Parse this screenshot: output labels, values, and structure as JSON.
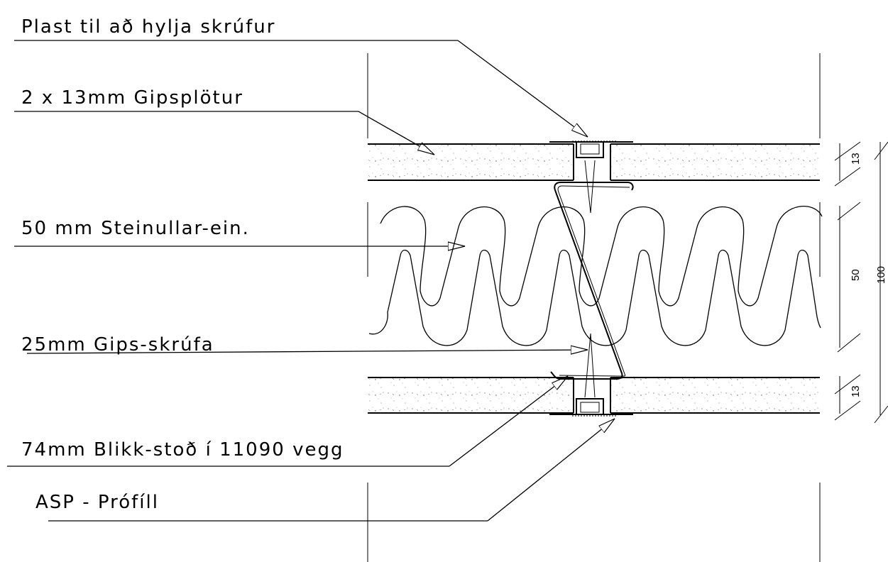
{
  "labels": {
    "plastic_cover": "Plast til að hylja skrúfur",
    "gypsum_boards": "2 x 13mm Gipsplötur",
    "mineral_wool": "50 mm Steinullar-ein.",
    "gypsum_screw": "25mm Gips-skrúfa",
    "steel_stud": "74mm Blikk-stoð í 11090 vegg",
    "asp_profile": "ASP - Prófíll"
  },
  "dimensions": {
    "top_board": "13",
    "insulation": "50",
    "bottom_board": "13",
    "total": "100"
  }
}
